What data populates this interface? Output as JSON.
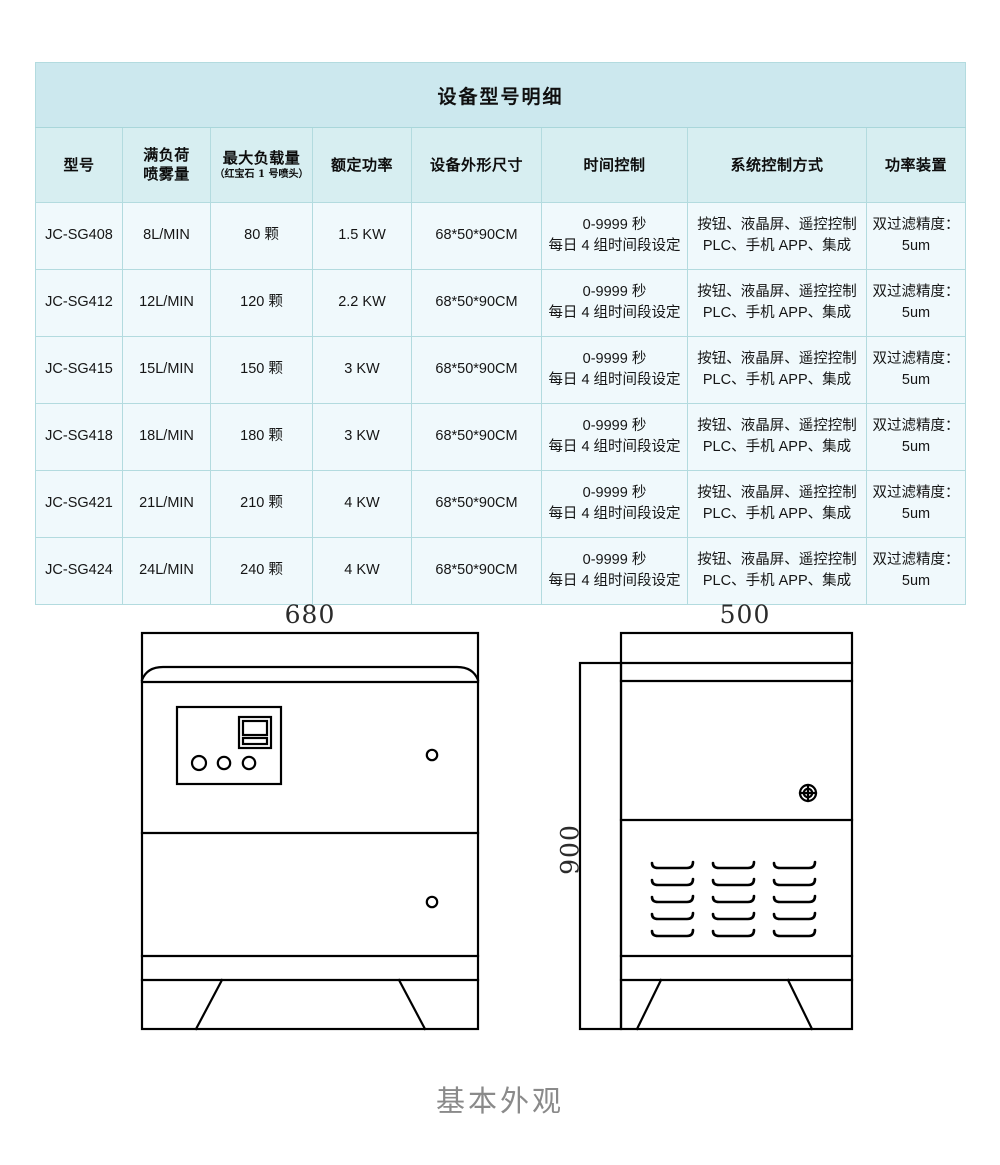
{
  "table": {
    "title": "设备型号明细",
    "columns": [
      {
        "label": "型号",
        "sub": ""
      },
      {
        "label": "满负荷\n喷雾量",
        "line1": "满负荷",
        "line2": "喷雾量",
        "sub": ""
      },
      {
        "label": "最大负载量",
        "sub": "（红宝石 1 号喷头）"
      },
      {
        "label": "额定功率",
        "sub": ""
      },
      {
        "label": "设备外形尺寸",
        "sub": ""
      },
      {
        "label": "时间控制",
        "sub": ""
      },
      {
        "label": "系统控制方式",
        "sub": ""
      },
      {
        "label": "功率装置",
        "sub": ""
      }
    ],
    "rows": [
      {
        "model": "JC-SG408",
        "spray": "8L/MIN",
        "load": "80 颗",
        "power": "1.5 KW",
        "size": "68*50*90CM",
        "time_l1": "0-9999 秒",
        "time_l2": "每日 4 组时间段设定",
        "ctrl_l1": "按钮、液晶屏、遥控控制",
        "ctrl_l2": "PLC、手机 APP、集成",
        "dev_l1": "双过滤",
        "dev_l2": "精度：5um"
      },
      {
        "model": "JC-SG412",
        "spray": "12L/MIN",
        "load": "120 颗",
        "power": "2.2 KW",
        "size": "68*50*90CM",
        "time_l1": "0-9999 秒",
        "time_l2": "每日 4 组时间段设定",
        "ctrl_l1": "按钮、液晶屏、遥控控制",
        "ctrl_l2": "PLC、手机 APP、集成",
        "dev_l1": "双过滤",
        "dev_l2": "精度：5um"
      },
      {
        "model": "JC-SG415",
        "spray": "15L/MIN",
        "load": "150 颗",
        "power": "3 KW",
        "size": "68*50*90CM",
        "time_l1": "0-9999 秒",
        "time_l2": "每日 4 组时间段设定",
        "ctrl_l1": "按钮、液晶屏、遥控控制",
        "ctrl_l2": "PLC、手机 APP、集成",
        "dev_l1": "双过滤",
        "dev_l2": "精度：5um"
      },
      {
        "model": "JC-SG418",
        "spray": "18L/MIN",
        "load": "180 颗",
        "power": "3 KW",
        "size": "68*50*90CM",
        "time_l1": "0-9999 秒",
        "time_l2": "每日 4 组时间段设定",
        "ctrl_l1": "按钮、液晶屏、遥控控制",
        "ctrl_l2": "PLC、手机 APP、集成",
        "dev_l1": "双过滤",
        "dev_l2": "精度：5um"
      },
      {
        "model": "JC-SG421",
        "spray": "21L/MIN",
        "load": "210 颗",
        "power": "4 KW",
        "size": "68*50*90CM",
        "time_l1": "0-9999 秒",
        "time_l2": "每日 4 组时间段设定",
        "ctrl_l1": "按钮、液晶屏、遥控控制",
        "ctrl_l2": "PLC、手机 APP、集成",
        "dev_l1": "双过滤",
        "dev_l2": "精度：5um"
      },
      {
        "model": "JC-SG424",
        "spray": "24L/MIN",
        "load": "240 颗",
        "power": "4 KW",
        "size": "68*50*90CM",
        "time_l1": "0-9999 秒",
        "time_l2": "每日 4 组时间段设定",
        "ctrl_l1": "按钮、液晶屏、遥控控制",
        "ctrl_l2": "PLC、手机 APP、集成",
        "dev_l1": "双过滤",
        "dev_l2": "精度：5um"
      }
    ],
    "colors": {
      "title_bg": "#cce8ee",
      "header_bg": "#d7eef1",
      "cell_bg": "#f0f9fc",
      "border": "#b3dbdf"
    }
  },
  "drawing": {
    "caption": "基本外观",
    "front_view": {
      "width_label": "680",
      "control_panel": {
        "display": "lcd-display",
        "buttons": 3
      },
      "locks": 2
    },
    "side_view": {
      "width_label": "500",
      "height_label": "900",
      "vent_columns": 3,
      "vent_rows": 5,
      "locks": 1
    },
    "line_color": "#000000"
  }
}
